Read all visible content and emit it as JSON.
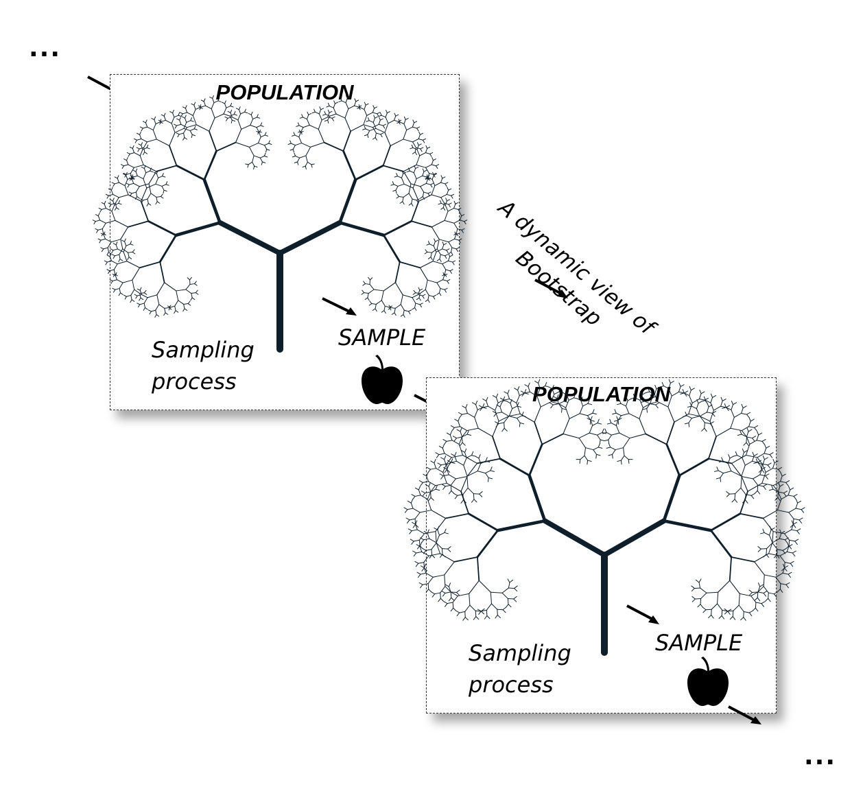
{
  "ellipsis_top": "...",
  "ellipsis_bottom": "...",
  "caption_line1": "A dynamic view of",
  "caption_line2": "Bootstrap",
  "panels": [
    {
      "title": "POPULATION",
      "sample": "SAMPLE",
      "sampling_line1": "Sampling",
      "sampling_line2": "process"
    },
    {
      "title": "POPULATION",
      "sample": "SAMPLE",
      "sampling_line1": "Sampling",
      "sampling_line2": "process"
    }
  ],
  "colors": {
    "tree": "#0f1e2b",
    "apple": "#000000",
    "arrow": "#000000"
  }
}
